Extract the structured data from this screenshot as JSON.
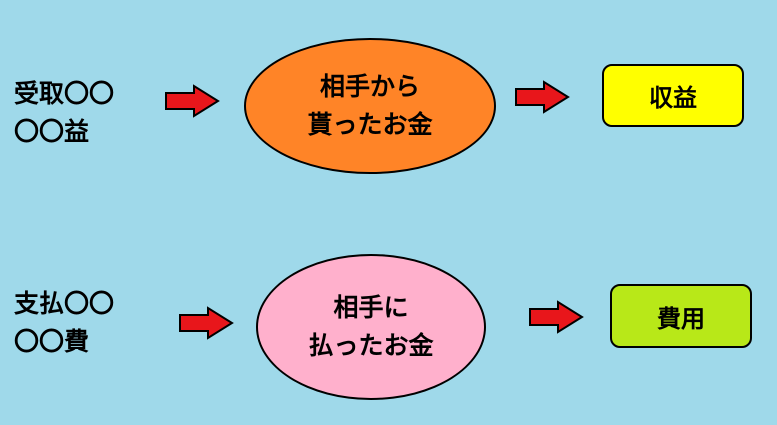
{
  "row1": {
    "term_line1": "受取〇〇",
    "term_line2": "〇〇益",
    "ellipse_line1": "相手から",
    "ellipse_line2": "貰ったお金",
    "result": "収益"
  },
  "row2": {
    "term_line1": "支払〇〇",
    "term_line2": "〇〇費",
    "ellipse_line1": "相手に",
    "ellipse_line2": "払ったお金",
    "result": "費用"
  },
  "colors": {
    "background": "#9fd9ea",
    "ellipse_income": "#ff8427",
    "ellipse_expense": "#ffb0cc",
    "box_income": "#ffff00",
    "box_expense": "#b8e818",
    "arrow": "#e8161b"
  }
}
